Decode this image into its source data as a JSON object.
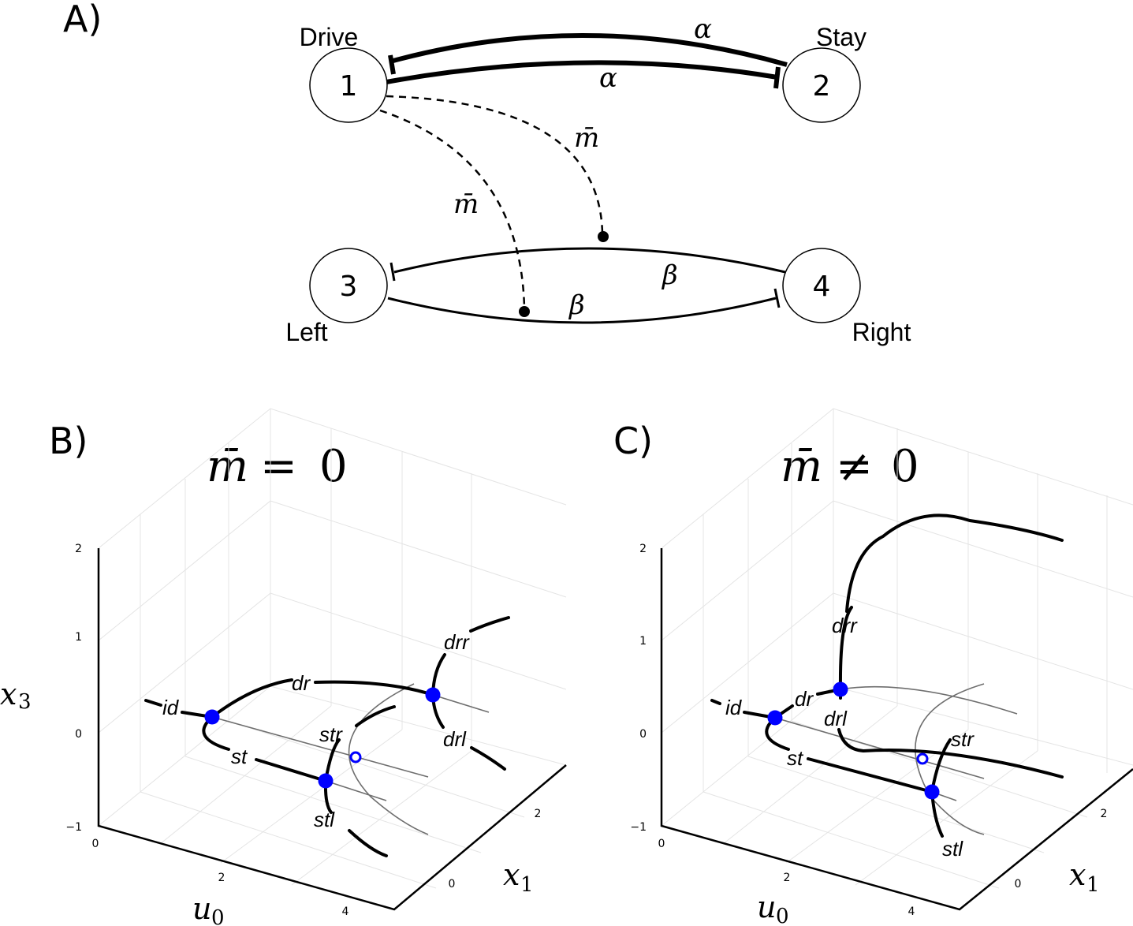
{
  "panel_a": {
    "label": "A)",
    "nodes": [
      {
        "id": "1",
        "number": "1",
        "name": "Drive"
      },
      {
        "id": "2",
        "number": "2",
        "name": "Stay"
      },
      {
        "id": "3",
        "number": "3",
        "name": "Left"
      },
      {
        "id": "4",
        "number": "4",
        "name": "Right"
      }
    ],
    "edges": {
      "alpha_top": "α",
      "alpha_bottom": "α",
      "mbar_right": "m̄",
      "mbar_left": "m̄",
      "beta_top": "β",
      "beta_bottom": "β"
    }
  },
  "panel_b": {
    "label": "B)",
    "title_lhs": "m̄",
    "title_op": "=",
    "title_rhs": "0",
    "axes": {
      "z_label": "x",
      "z_sub": "3",
      "z_ticks": [
        "2",
        "1",
        "0",
        "−1"
      ],
      "u_label": "u",
      "u_sub": "0",
      "u_ticks": [
        "0",
        "2",
        "4"
      ],
      "x1_label": "x",
      "x1_sub": "1",
      "x1_ticks": [
        "0",
        "2"
      ]
    },
    "branches": {
      "id": "id",
      "dr": "dr",
      "st": "st",
      "str": "str",
      "stl": "stl",
      "drr": "drr",
      "drl": "drl"
    }
  },
  "panel_c": {
    "label": "C)",
    "title_lhs": "m̄",
    "title_op": "≠",
    "title_rhs": "0",
    "axes": {
      "z_label": "x",
      "z_sub": "3",
      "z_ticks": [
        "2",
        "1",
        "0",
        "−1"
      ],
      "u_label": "u",
      "u_sub": "0",
      "u_ticks": [
        "0",
        "2",
        "4"
      ],
      "x1_label": "x",
      "x1_sub": "1",
      "x1_ticks": [
        "0",
        "2"
      ]
    },
    "branches": {
      "id": "id",
      "dr": "dr",
      "st": "st",
      "str": "str",
      "stl": "stl",
      "drr": "drr",
      "drl": "drl"
    }
  },
  "colors": {
    "stable_point": "#0000ff",
    "curve": "#000000",
    "unstable_curve": "#6e6e6e",
    "grid": "#e4e4e4"
  }
}
